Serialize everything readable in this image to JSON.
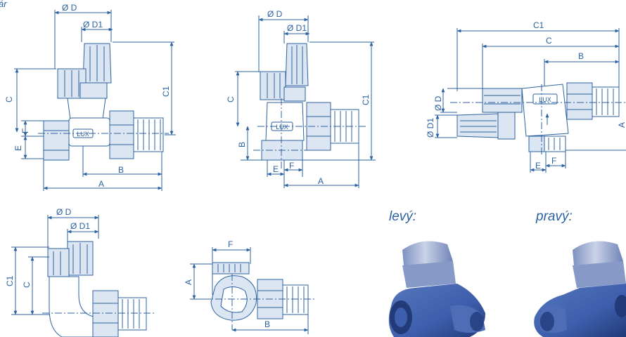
{
  "top_fragment": "ár",
  "valve_straight": {
    "od": "Ø D",
    "od1": "Ø D1",
    "c": "C",
    "c1": "C1",
    "f": "F",
    "e": "E",
    "b": "B",
    "a": "A",
    "brand": "LUX"
  },
  "valve_angle": {
    "od": "Ø D",
    "od1": "Ø D1",
    "c": "C",
    "c1": "C1",
    "b": "B",
    "e": "E",
    "f": "F",
    "a": "A",
    "brand": "LUX"
  },
  "valve_side": {
    "c1": "C1",
    "c": "C",
    "b": "B",
    "od": "Ø D",
    "od1": "Ø D1",
    "e": "E",
    "f": "F",
    "a": "A",
    "brand": "LUX"
  },
  "valve_corner": {
    "od": "Ø D",
    "od1": "Ø D1",
    "c1": "C1",
    "c": "C"
  },
  "valve_top": {
    "f": "F",
    "a": "A",
    "b": "B"
  },
  "photos": {
    "left_label": "levý:",
    "right_label": "pravý:"
  },
  "colors": {
    "line": "#2b62a0",
    "fill": "#dce6f2",
    "photo_top": "#a9b9d6",
    "photo_body": "#3d5eac",
    "photo_dark": "#223a78"
  }
}
